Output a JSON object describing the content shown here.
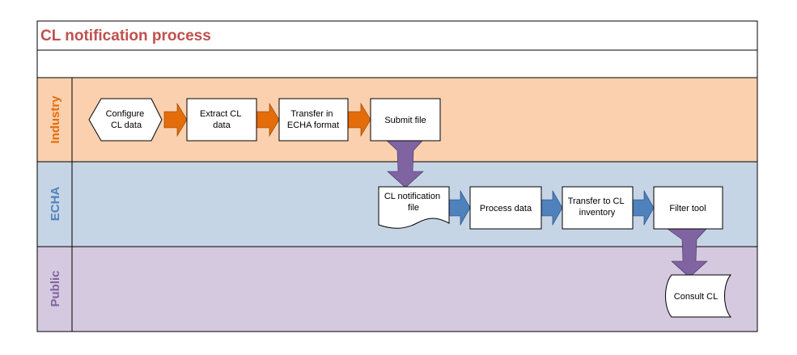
{
  "title": "CL notification process",
  "colors": {
    "title": "#C0504D",
    "industry_lane": "#FAD0AE",
    "echa_lane": "#C6D5E5",
    "public_lane": "#D5C9DF",
    "industry_label": "#E46C0A",
    "echa_label": "#4F81BD",
    "public_label": "#8064A2",
    "industry_arrow": "#E46C0A",
    "echa_arrow": "#4F81BD",
    "connector_arrow": "#8064A2",
    "border": "#000000"
  },
  "lanes": [
    {
      "id": "industry",
      "label": "Industry"
    },
    {
      "id": "echa",
      "label": "ECHA"
    },
    {
      "id": "public",
      "label": "Public"
    }
  ],
  "nodes": {
    "configure": {
      "lines": [
        "Configure",
        "CL data"
      ],
      "shape": "hexagon"
    },
    "extract": {
      "lines": [
        "Extract CL",
        "data"
      ],
      "shape": "process"
    },
    "transfer_echa": {
      "lines": [
        "Transfer in",
        "ECHA format"
      ],
      "shape": "process"
    },
    "submit": {
      "lines": [
        "Submit file"
      ],
      "shape": "process"
    },
    "notification_file": {
      "lines": [
        "CL notification",
        "file"
      ],
      "shape": "document"
    },
    "process_data": {
      "lines": [
        "Process data"
      ],
      "shape": "process"
    },
    "transfer_inventory": {
      "lines": [
        "Transfer to CL",
        "inventory"
      ],
      "shape": "process"
    },
    "filter_tool": {
      "lines": [
        "Filter tool"
      ],
      "shape": "process"
    },
    "consult": {
      "lines": [
        "Consult CL"
      ],
      "shape": "stored-data"
    }
  }
}
